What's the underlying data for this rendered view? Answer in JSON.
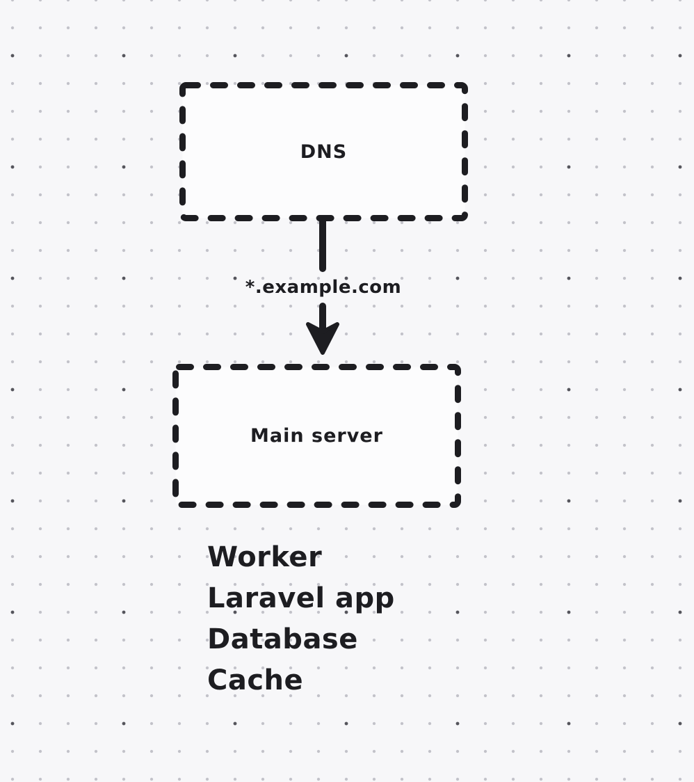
{
  "canvas": {
    "background_color": "#f7f7f9",
    "minor_dot_color": "#c2c2c9",
    "major_dot_color": "#55555c"
  },
  "diagram": {
    "stroke_color": "#1d1d21",
    "node_fill_color": "#fcfcfd",
    "nodes": [
      {
        "id": "dns",
        "label": "DNS"
      },
      {
        "id": "main-server",
        "label": "Main server"
      }
    ],
    "edge": {
      "from": "dns",
      "to": "main-server",
      "label": "*.example.com"
    },
    "services": [
      "Worker",
      "Laravel app",
      "Database",
      "Cache"
    ]
  }
}
